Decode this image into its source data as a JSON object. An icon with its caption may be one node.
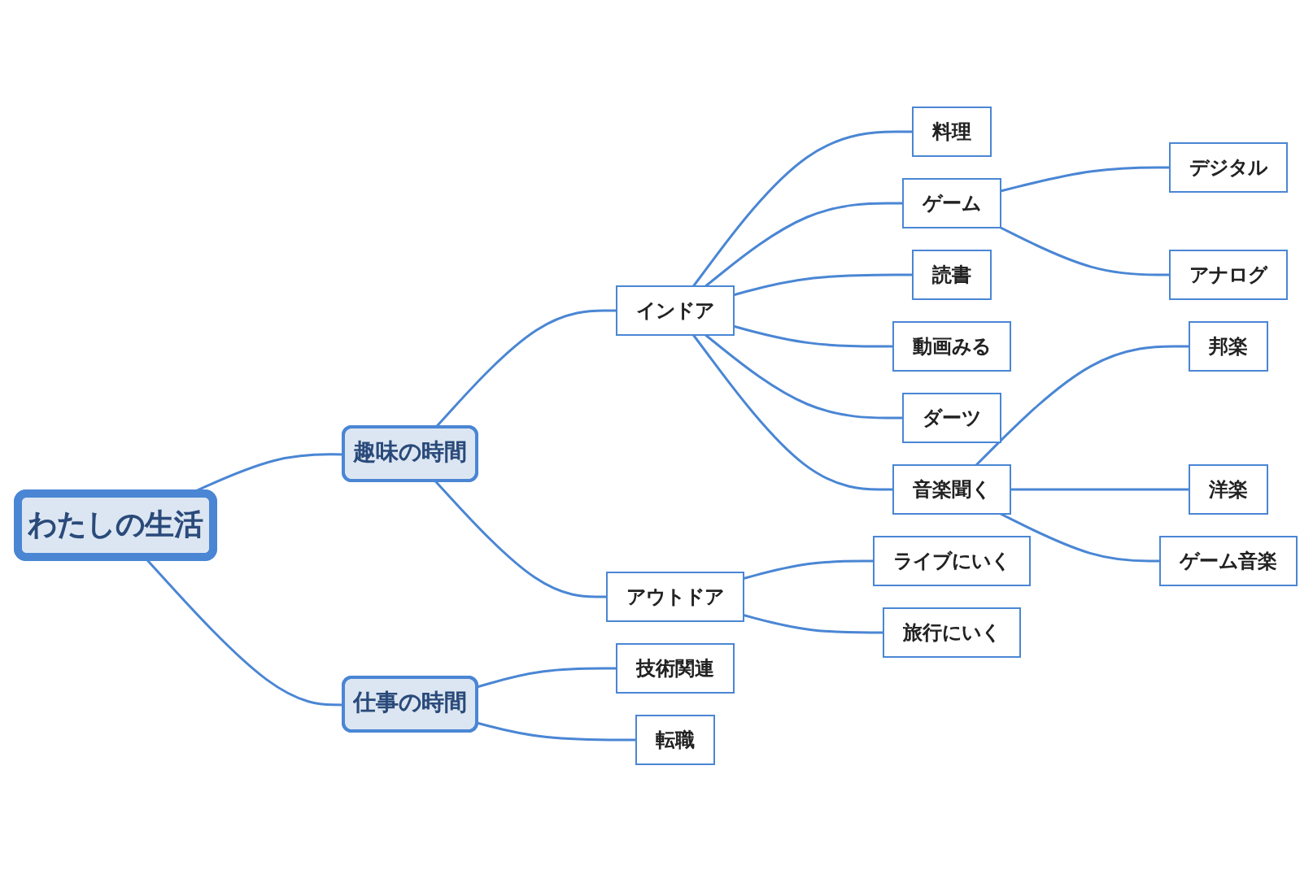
{
  "diagram": {
    "nodes": [
      {
        "text": [
          "わたしの生活"
        ]
      },
      {
        "text": [
          "趣味の時間"
        ]
      },
      {
        "text": [
          "インドア"
        ]
      },
      {
        "text": [
          "料理"
        ]
      },
      {
        "text": [
          "ゲーム"
        ]
      },
      {
        "text": [
          "デジタル"
        ]
      },
      {
        "text": [
          "アナログ"
        ]
      },
      {
        "text": [
          "読書"
        ]
      },
      {
        "text": [
          "動画みる"
        ]
      },
      {
        "text": [
          "ダーツ"
        ]
      },
      {
        "text": [
          "音楽聞く"
        ]
      },
      {
        "text": [
          "邦楽"
        ]
      },
      {
        "text": [
          "洋楽"
        ]
      },
      {
        "text": [
          "ゲーム音楽"
        ]
      },
      {
        "text": [
          "アウトドア"
        ]
      },
      {
        "text": [
          "ライブにいく"
        ]
      },
      {
        "text": [
          "旅行にいく"
        ]
      },
      {
        "text": [
          "仕事の時間"
        ]
      },
      {
        "text": [
          "技術関連"
        ]
      },
      {
        "text": [
          "転職"
        ]
      }
    ],
    "edges": [
      {
        "from": 0,
        "to": 1,
        "arrow": "none"
      },
      {
        "from": 1,
        "to": 2,
        "arrow": "none"
      },
      {
        "from": 2,
        "to": 3,
        "arrow": "none"
      },
      {
        "from": 2,
        "to": 4,
        "arrow": "none"
      },
      {
        "from": 4,
        "to": 5,
        "arrow": "none"
      },
      {
        "from": 4,
        "to": 6,
        "arrow": "none"
      },
      {
        "from": 2,
        "to": 7,
        "arrow": "none"
      },
      {
        "from": 2,
        "to": 8,
        "arrow": "none"
      },
      {
        "from": 2,
        "to": 9,
        "arrow": "none"
      },
      {
        "from": 2,
        "to": 10,
        "arrow": "none"
      },
      {
        "from": 10,
        "to": 11,
        "arrow": "none"
      },
      {
        "from": 10,
        "to": 12,
        "arrow": "none"
      },
      {
        "from": 10,
        "to": 13,
        "arrow": "none"
      },
      {
        "from": 1,
        "to": 14,
        "arrow": "none"
      },
      {
        "from": 14,
        "to": 15,
        "arrow": "none"
      },
      {
        "from": 14,
        "to": 16,
        "arrow": "none"
      },
      {
        "from": 0,
        "to": 17,
        "arrow": "none"
      },
      {
        "from": 17,
        "to": 18,
        "arrow": "none"
      },
      {
        "from": 17,
        "to": 19,
        "arrow": "none"
      }
    ]
  }
}
